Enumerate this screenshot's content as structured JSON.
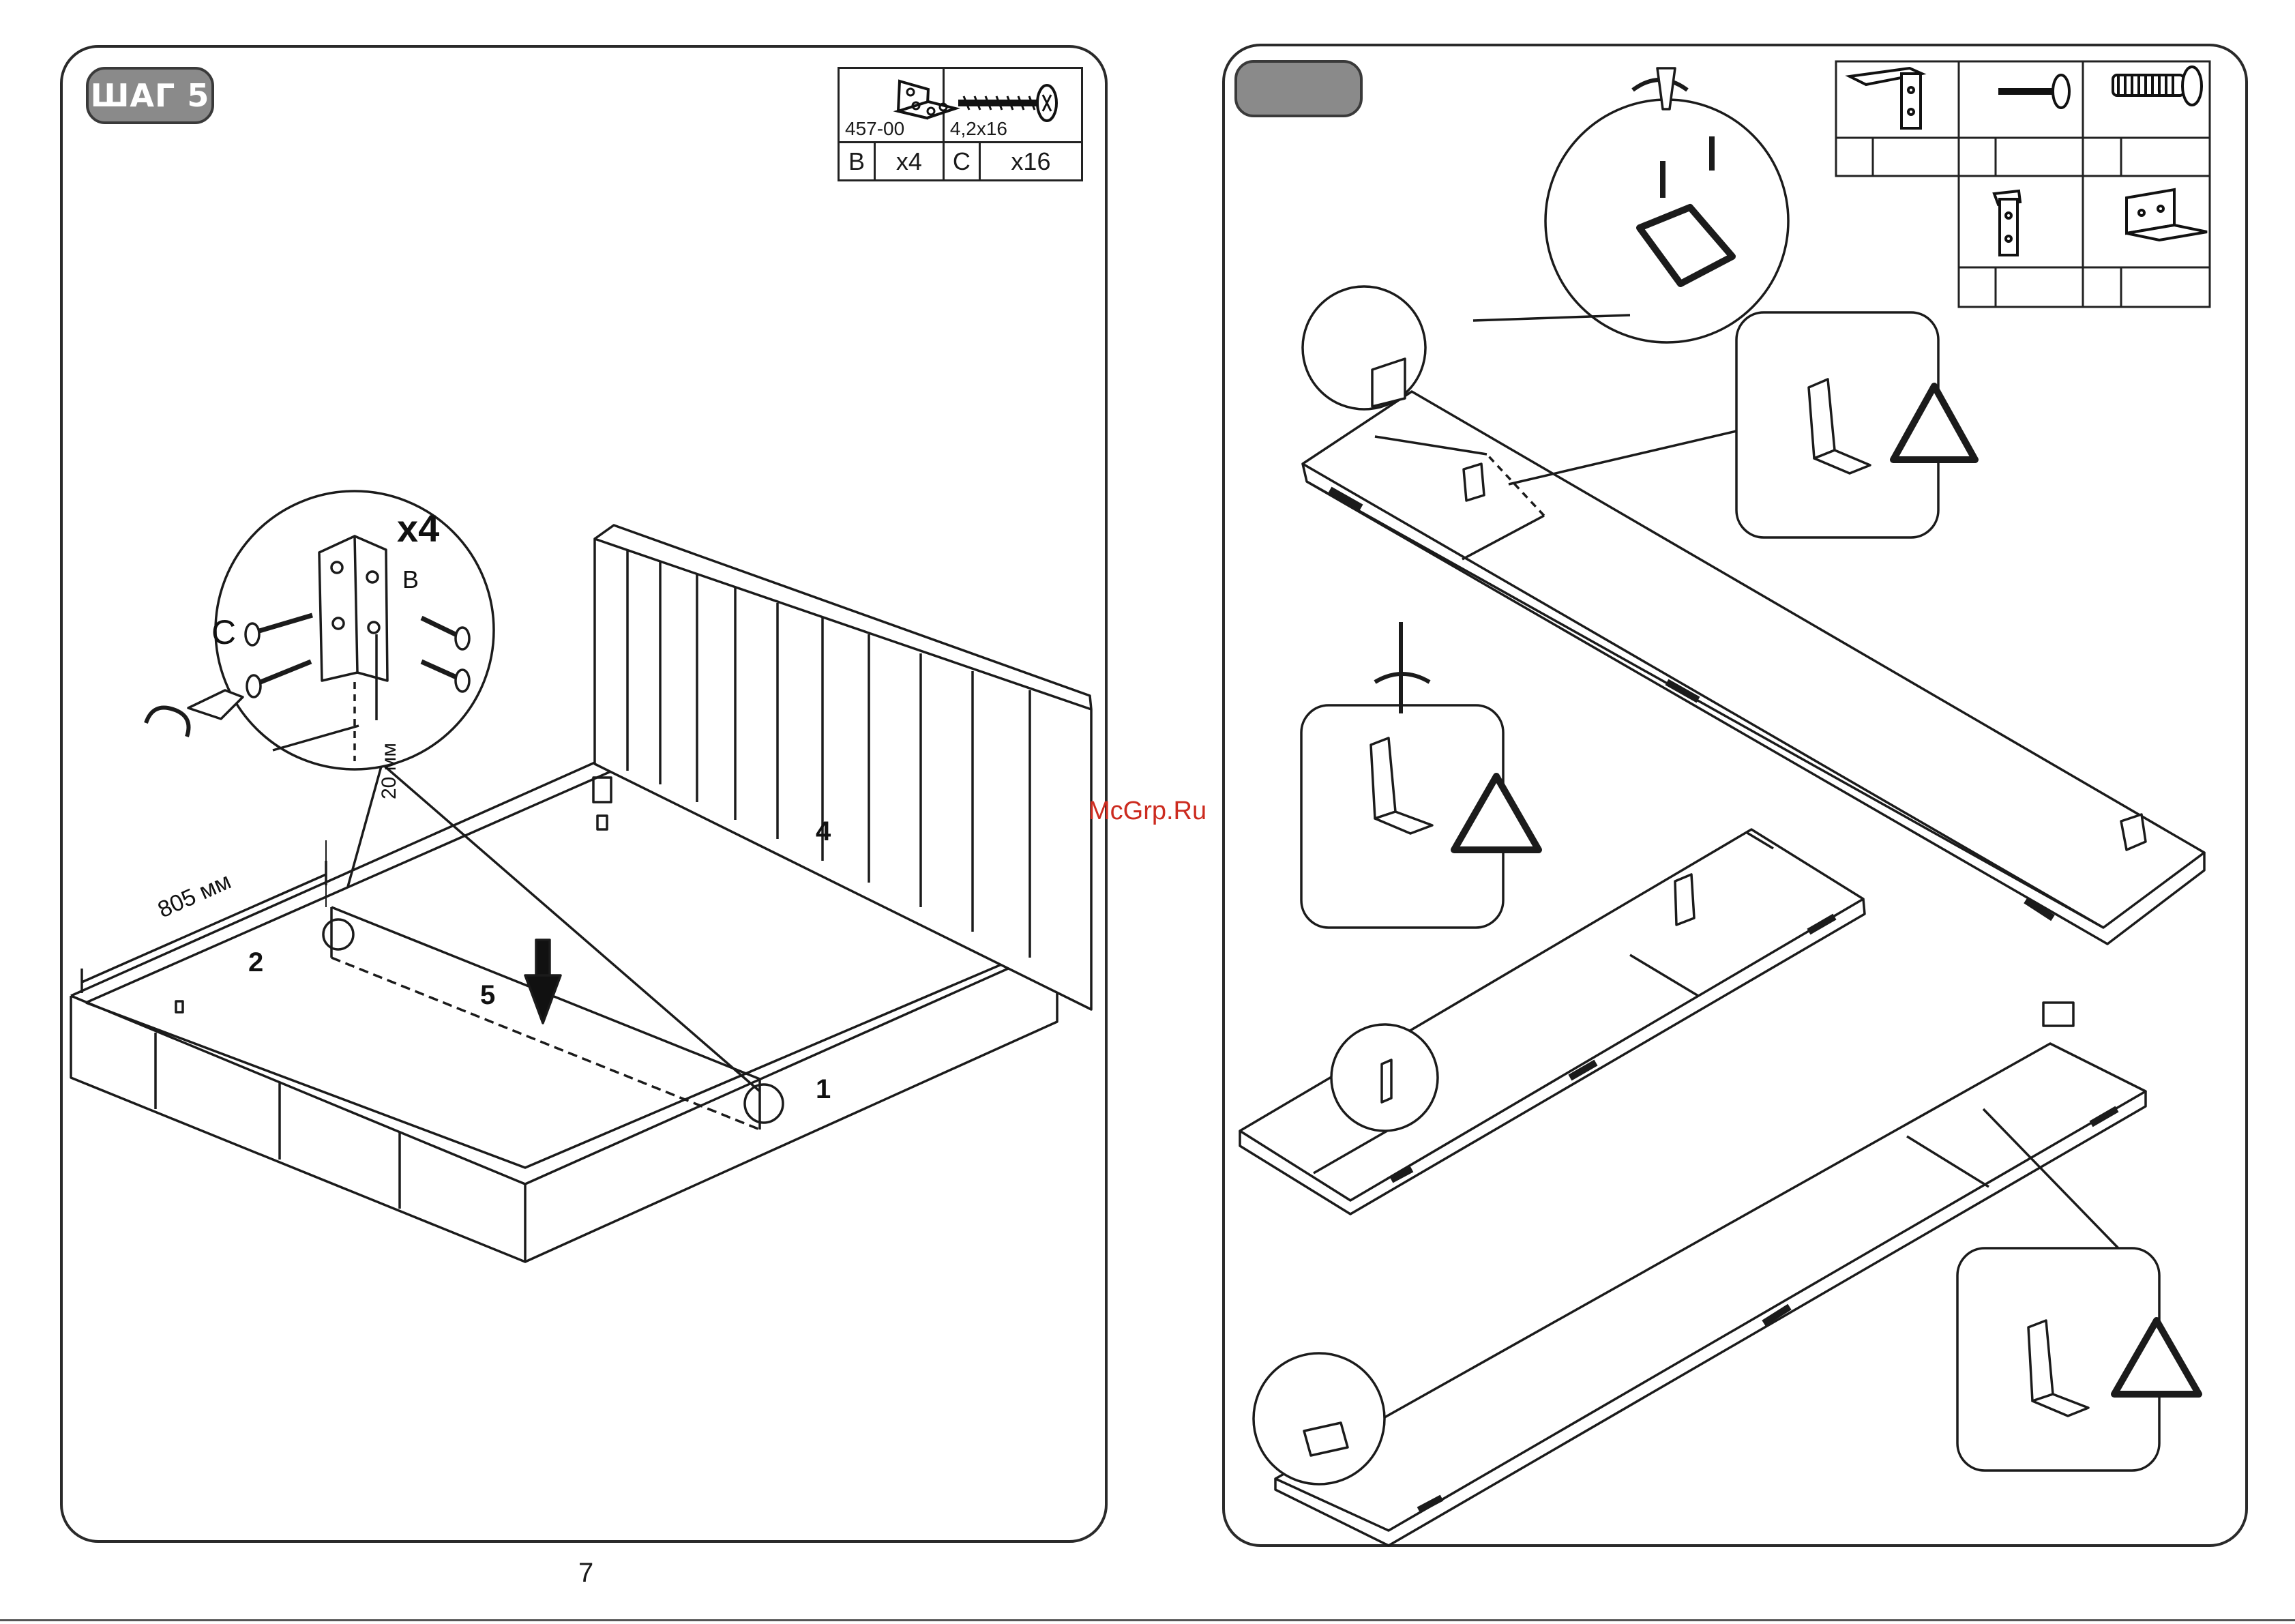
{
  "left_page": {
    "step_label": "ШАГ 5",
    "parts": [
      {
        "code": "457-00",
        "letter": "B",
        "qty": "x4",
        "icon": "corner-bracket-icon"
      },
      {
        "code": "4,2x16",
        "letter": "C",
        "qty": "x16",
        "icon": "wood-screw-icon"
      }
    ],
    "detail": {
      "multiplier": "x4",
      "bracket_letter": "B",
      "screw_letter": "C",
      "offset_label": "20 мм"
    },
    "dimension_label": "805 мм",
    "part_numbers": [
      "1",
      "2",
      "4",
      "5"
    ],
    "page_number": "7"
  },
  "right_page": {
    "badge_text": ""
  },
  "watermark": "McGrp.Ru"
}
